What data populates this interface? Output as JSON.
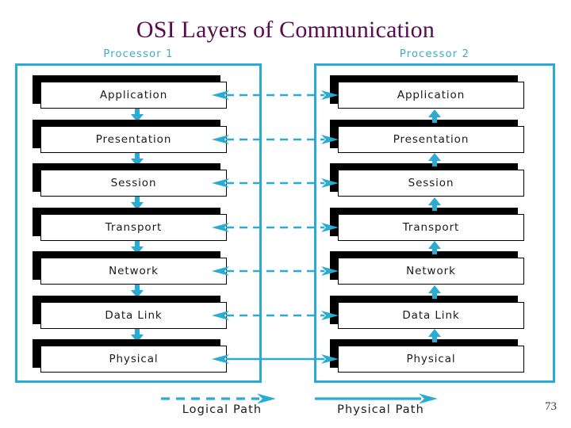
{
  "slide": {
    "title": "OSI Layers of Communication",
    "page_number": "73",
    "accent_color": "#29ABD4",
    "title_color": "#5A0B50",
    "box_fill": "#FFFFFF",
    "box_border": "#000000",
    "shadow_color": "#000000"
  },
  "processors": [
    {
      "caption": "Processor 1",
      "flow_direction": "down",
      "layers": [
        {
          "name": "Application"
        },
        {
          "name": "Presentation"
        },
        {
          "name": "Session"
        },
        {
          "name": "Transport"
        },
        {
          "name": "Network"
        },
        {
          "name": "Data Link"
        },
        {
          "name": "Physical"
        }
      ]
    },
    {
      "caption": "Processor 2",
      "flow_direction": "up",
      "layers": [
        {
          "name": "Application"
        },
        {
          "name": "Presentation"
        },
        {
          "name": "Session"
        },
        {
          "name": "Transport"
        },
        {
          "name": "Network"
        },
        {
          "name": "Data Link"
        },
        {
          "name": "Physical"
        }
      ]
    }
  ],
  "peer_links": [
    {
      "layer": "Application",
      "style": "dashed",
      "arrows": "both"
    },
    {
      "layer": "Presentation",
      "style": "dashed",
      "arrows": "both"
    },
    {
      "layer": "Session",
      "style": "dashed",
      "arrows": "both"
    },
    {
      "layer": "Transport",
      "style": "dashed",
      "arrows": "both"
    },
    {
      "layer": "Network",
      "style": "dashed",
      "arrows": "both"
    },
    {
      "layer": "Data Link",
      "style": "dashed",
      "arrows": "both"
    },
    {
      "layer": "Physical",
      "style": "solid",
      "arrows": "both"
    }
  ],
  "legend": [
    {
      "label": "Logical Path",
      "style": "dashed",
      "icon": "dashed-arrow-right-icon"
    },
    {
      "label": "Physical Path",
      "style": "solid",
      "icon": "solid-arrow-right-icon"
    }
  ]
}
